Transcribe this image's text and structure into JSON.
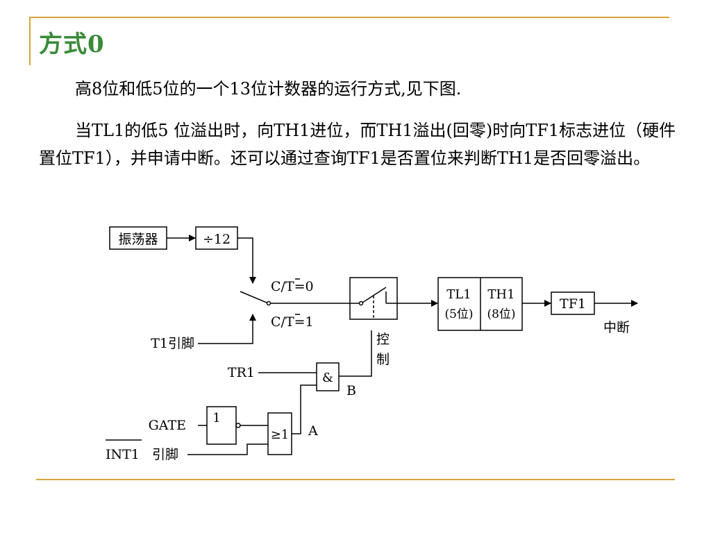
{
  "slide": {
    "title": "方式0",
    "paragraph1": "高8位和低5位的一个13位计数器的运行方式,见下图.",
    "paragraph2": "当TL1的低5 位溢出时，向TH1进位，而TH1溢出(回零)时向TF1标志进位（硬件置位TF1），并申请中断。还可以通过查询TF1是否置位来判断TH1是否回零溢出。"
  },
  "diagram": {
    "oscillator": "振荡器",
    "divider": "÷12",
    "ct0": "C/T=0",
    "ct1": "C/T=1",
    "t1_pin": "T1引脚",
    "control_1": "控",
    "control_2": "制",
    "tl1": "TL1",
    "tl1_bits": "(5位)",
    "th1": "TH1",
    "th1_bits": "(8位)",
    "tf1": "TF1",
    "interrupt": "中断",
    "tr1": "TR1",
    "and_symbol": "&",
    "label_b": "B",
    "gate": "GATE",
    "not_symbol": "1",
    "or_symbol": "≥1",
    "label_a": "A",
    "int1": "INT1",
    "int1_suffix": "引脚"
  }
}
